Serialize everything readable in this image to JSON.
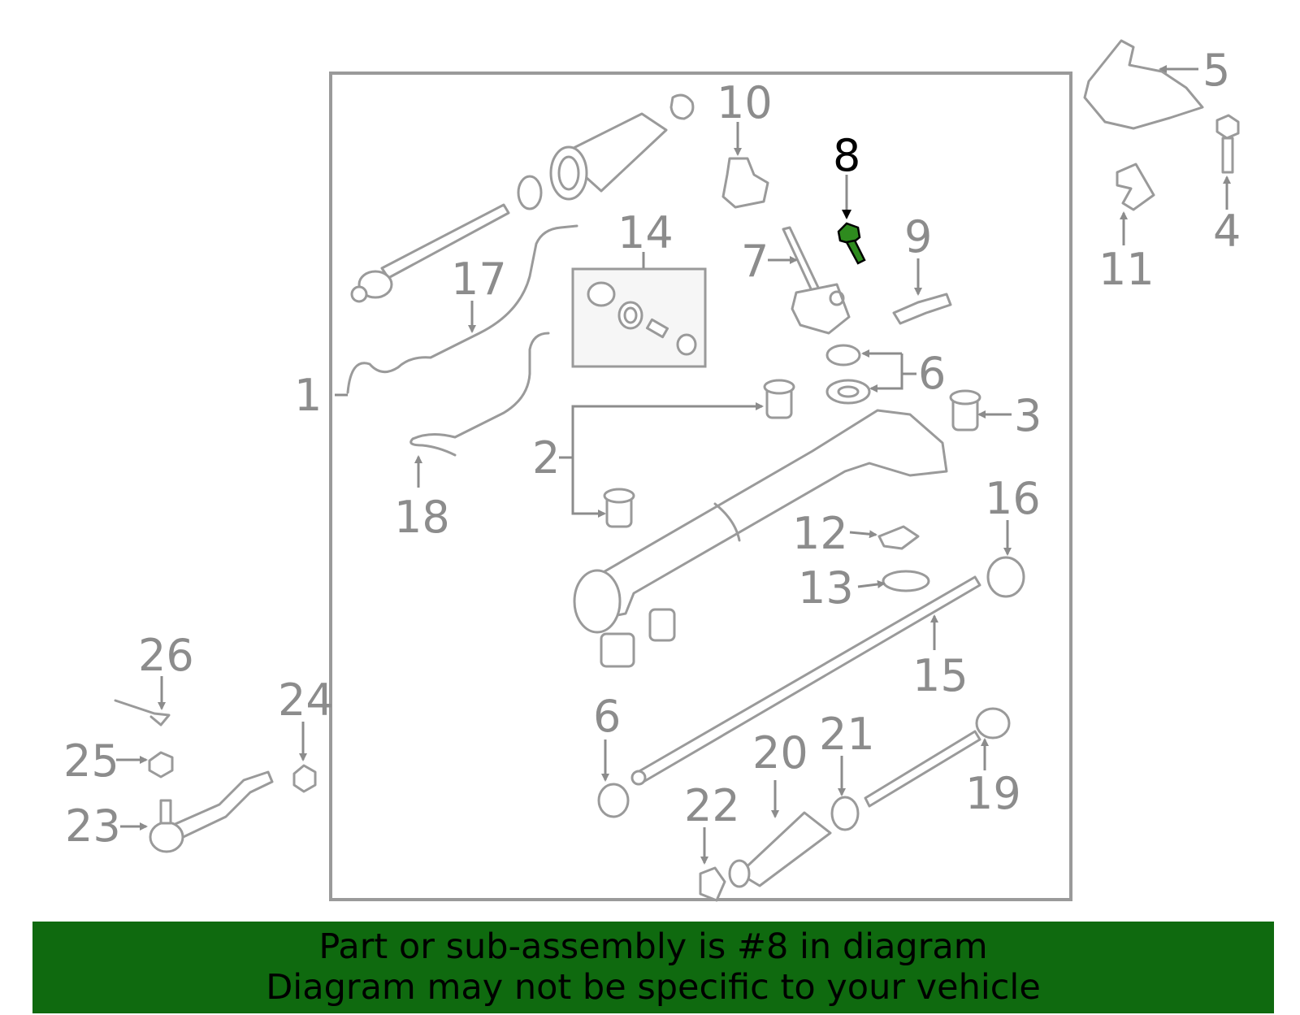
{
  "diagram": {
    "callouts": [
      "1",
      "2",
      "3",
      "4",
      "5",
      "6",
      "6",
      "7",
      "9",
      "10",
      "11",
      "12",
      "13",
      "14",
      "15",
      "16",
      "17",
      "18",
      "19",
      "20",
      "21",
      "22",
      "23",
      "24",
      "25",
      "26"
    ],
    "highlighted_part": "8",
    "highlight_color": "#2e8b1e",
    "frame_color": "#9a9a9a"
  },
  "banner": {
    "line1": "Part or sub-assembly is #8 in diagram",
    "line2": "Diagram may not be specific to your vehicle",
    "background": "#0f6a0f"
  }
}
